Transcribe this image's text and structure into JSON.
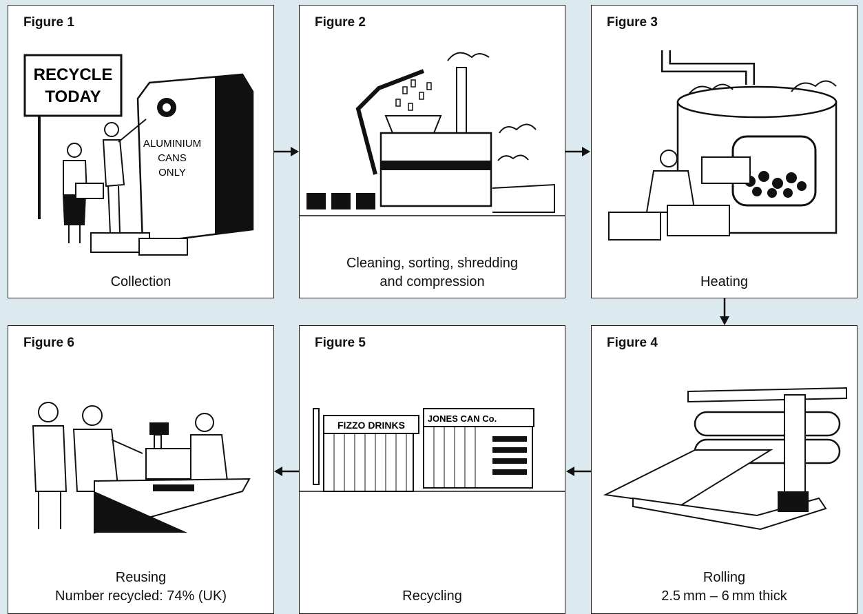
{
  "panels": [
    {
      "figure": "Figure 1",
      "caption": "Collection",
      "caption2": "",
      "sign_line1": "RECYCLE",
      "sign_line2": "TODAY",
      "bin_line1": "ALUMINIUM",
      "bin_line2": "CANS",
      "bin_line3": "ONLY"
    },
    {
      "figure": "Figure 2",
      "caption": "Cleaning, sorting, shredding",
      "caption2": "and compression"
    },
    {
      "figure": "Figure 3",
      "caption": "Heating",
      "caption2": ""
    },
    {
      "figure": "Figure 4",
      "caption": "Rolling",
      "caption2": "2.5 mm – 6 mm thick"
    },
    {
      "figure": "Figure 5",
      "caption": "Recycling",
      "caption2": "",
      "building1": "FIZZO DRINKS",
      "building2": "JONES CAN Co."
    },
    {
      "figure": "Figure 6",
      "caption": "Reusing",
      "caption2": "Number recycled: 74% (UK)"
    }
  ],
  "colors": {
    "background": "#dce9ee",
    "panel": "#ffffff",
    "ink": "#111111"
  },
  "icons": [
    "arrow-right-icon",
    "arrow-down-icon",
    "arrow-left-icon"
  ]
}
